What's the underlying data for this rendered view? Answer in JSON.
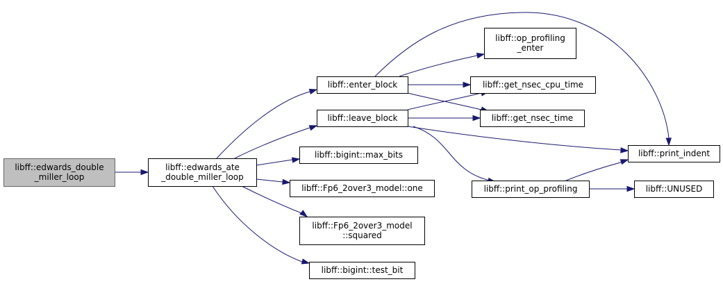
{
  "graph": {
    "colors": {
      "edge": "#191970",
      "root_fill": "#bfbfbf",
      "node_fill": "#ffffff",
      "node_border": "#000000"
    },
    "nodes": [
      {
        "id": "root",
        "lines": [
          "libff::edwards_double",
          "_miller_loop"
        ],
        "root": true
      },
      {
        "id": "ate",
        "lines": [
          "libff::edwards_ate",
          "_double_miller_loop"
        ]
      },
      {
        "id": "enter",
        "lines": [
          "libff::enter_block"
        ]
      },
      {
        "id": "leave",
        "lines": [
          "libff::leave_block"
        ]
      },
      {
        "id": "maxbits",
        "lines": [
          "libff::bigint::max_bits"
        ]
      },
      {
        "id": "one",
        "lines": [
          "libff::Fp6_2over3_model::one"
        ]
      },
      {
        "id": "squared",
        "lines": [
          "libff::Fp6_2over3_model",
          "::squared"
        ]
      },
      {
        "id": "testbit",
        "lines": [
          "libff::bigint::test_bit"
        ]
      },
      {
        "id": "opprof",
        "lines": [
          "libff::op_profiling",
          "_enter"
        ]
      },
      {
        "id": "cpu",
        "lines": [
          "libff::get_nsec_cpu_time"
        ]
      },
      {
        "id": "nsec",
        "lines": [
          "libff::get_nsec_time"
        ]
      },
      {
        "id": "printop",
        "lines": [
          "libff::print_op_profiling"
        ]
      },
      {
        "id": "indent",
        "lines": [
          "libff::print_indent"
        ]
      },
      {
        "id": "unused",
        "lines": [
          "libff::UNUSED"
        ]
      }
    ],
    "edges": [
      {
        "from": "root",
        "to": "ate"
      },
      {
        "from": "ate",
        "to": "enter"
      },
      {
        "from": "ate",
        "to": "leave"
      },
      {
        "from": "ate",
        "to": "maxbits"
      },
      {
        "from": "ate",
        "to": "one"
      },
      {
        "from": "ate",
        "to": "squared"
      },
      {
        "from": "ate",
        "to": "testbit"
      },
      {
        "from": "enter",
        "to": "opprof"
      },
      {
        "from": "enter",
        "to": "cpu"
      },
      {
        "from": "enter",
        "to": "nsec"
      },
      {
        "from": "enter",
        "to": "indent"
      },
      {
        "from": "leave",
        "to": "cpu"
      },
      {
        "from": "leave",
        "to": "nsec"
      },
      {
        "from": "leave",
        "to": "indent"
      },
      {
        "from": "leave",
        "to": "printop"
      },
      {
        "from": "printop",
        "to": "indent"
      },
      {
        "from": "printop",
        "to": "unused"
      }
    ]
  }
}
